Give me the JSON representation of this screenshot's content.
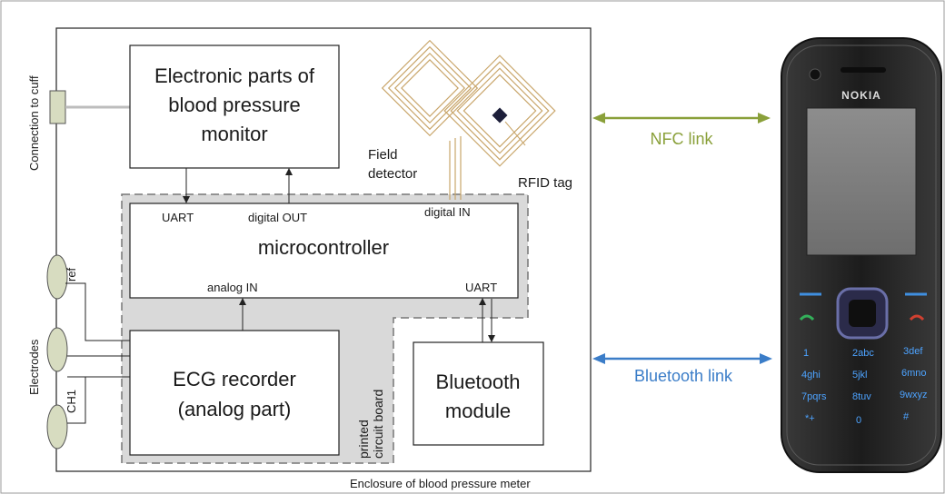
{
  "labels": {
    "connection_to_cuff": "Connection to cuff",
    "bp_electronics_line1": "Electronic parts of",
    "bp_electronics_line2": "blood pressure",
    "bp_electronics_line3": "monitor",
    "field_detector_line1": "Field",
    "field_detector_line2": "detector",
    "rfid_tag": "RFID tag",
    "uart_top": "UART",
    "digital_out": "digital OUT",
    "digital_in": "digital IN",
    "microcontroller": "microcontroller",
    "analog_in": "analog IN",
    "uart_bottom": "UART",
    "ref": "ref",
    "electrodes": "Electrodes",
    "ch1": "CH1",
    "ecg_line1": "ECG recorder",
    "ecg_line2": "(analog part)",
    "pcb_line1": "printed",
    "pcb_line2": "circuit board",
    "bluetooth_line1": "Bluetooth",
    "bluetooth_line2": "module",
    "enclosure": "Enclosure of blood pressure meter",
    "nfc_link": "NFC link",
    "bluetooth_link": "Bluetooth link",
    "phone_brand": "NOKIA",
    "keypad": [
      "1",
      "2abc",
      "3def",
      "4ghi",
      "5jkl",
      "6mno",
      "7pqrs",
      "8tuv",
      "9wxyz",
      "*+",
      "0",
      "#"
    ]
  },
  "colors": {
    "nfc": "#8aa03a",
    "bluetooth": "#3b7dc8",
    "pcb_fill": "#d9d9d9",
    "coil": "#c9a66b"
  }
}
